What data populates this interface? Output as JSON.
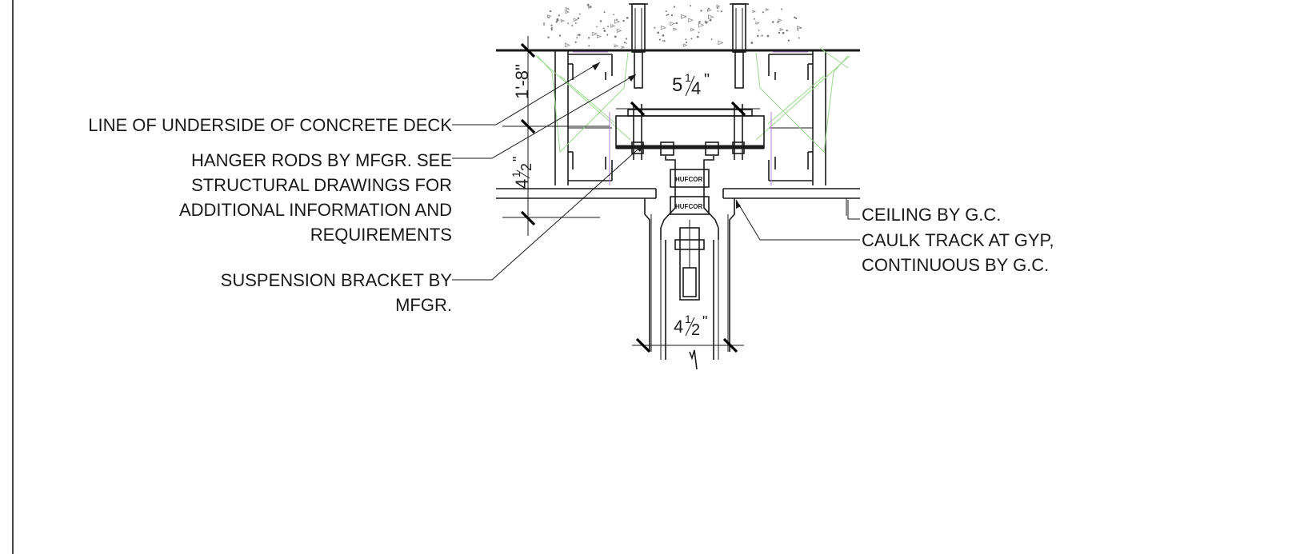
{
  "notes": {
    "concrete_deck": "LINE OF UNDERSIDE OF CONCRETE DECK",
    "hanger_rods": [
      "HANGER RODS BY MFGR. SEE",
      "STRUCTURAL DRAWINGS FOR",
      "ADDITIONAL INFORMATION AND",
      "REQUIREMENTS"
    ],
    "suspension_bracket": [
      "SUSPENSION BRACKET BY",
      "MFGR."
    ],
    "ceiling": "CEILING BY G.C.",
    "caulk_track": [
      "CAULK TRACK AT GYP,",
      "CONTINUOUS BY G.C."
    ]
  },
  "dimensions": {
    "top_vertical": "1'-8\"",
    "rod_spacing_whole": "5",
    "rod_spacing_num": "1",
    "rod_spacing_den": "4",
    "rod_spacing_unit": "\"",
    "mid_vertical_whole": "4",
    "mid_vertical_num": "1",
    "mid_vertical_den": "2",
    "mid_vertical_unit": "\"",
    "panel_width_whole": "4",
    "panel_width_num": "1",
    "panel_width_den": "2",
    "panel_width_unit": "\""
  },
  "logos": {
    "track_upper": "HUFCOR",
    "track_lower": "HUFCOR"
  },
  "colors": {
    "linework": "#1a1a1a",
    "insulation_hatch": "#9bd88d",
    "ceiling_accent": "#b27ed8"
  }
}
